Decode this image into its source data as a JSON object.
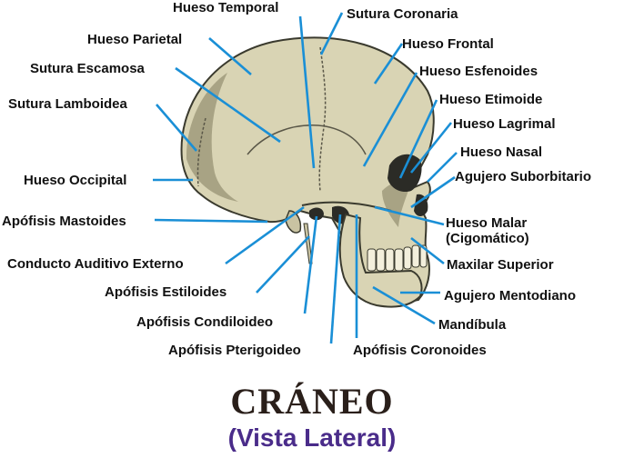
{
  "title": "CRÁNEO",
  "subtitle": "(Vista Lateral)",
  "labels": {
    "temporal": "Hueso Temporal",
    "coronaria": "Sutura Coronaria",
    "parietal": "Hueso Parietal",
    "frontal": "Hueso Frontal",
    "escamosa": "Sutura Escamosa",
    "esfenoides": "Hueso Esfenoides",
    "etimoide": "Hueso Etimoide",
    "lamboidea": "Sutura Lamboidea",
    "lagrimal": "Hueso Lagrimal",
    "nasal": "Hueso Nasal",
    "suborbitario": "Agujero Suborbitario",
    "occipital": "Hueso Occipital",
    "mastoides": "Apófisis Mastoides",
    "malar_1": "Hueso Malar",
    "malar_2": "(Cigomático)",
    "conducto": "Conducto Auditivo Externo",
    "maxilar": "Maxilar Superior",
    "estiloides": "Apófisis Estiloides",
    "mentodiano": "Agujero Mentodiano",
    "condiloideo": "Apófisis Condiloideo",
    "mandibula": "Mandíbula",
    "pterigoideo": "Apófisis Pterigoideo",
    "coronoides": "Apófisis Coronoides"
  },
  "colors": {
    "bone": "#d9d4b4",
    "bone_shadow": "#a8a384",
    "outline": "#3a3a2e",
    "leader": "#1a8fd6",
    "title": "#2a1f1a",
    "subtitle": "#4a2c8a"
  }
}
